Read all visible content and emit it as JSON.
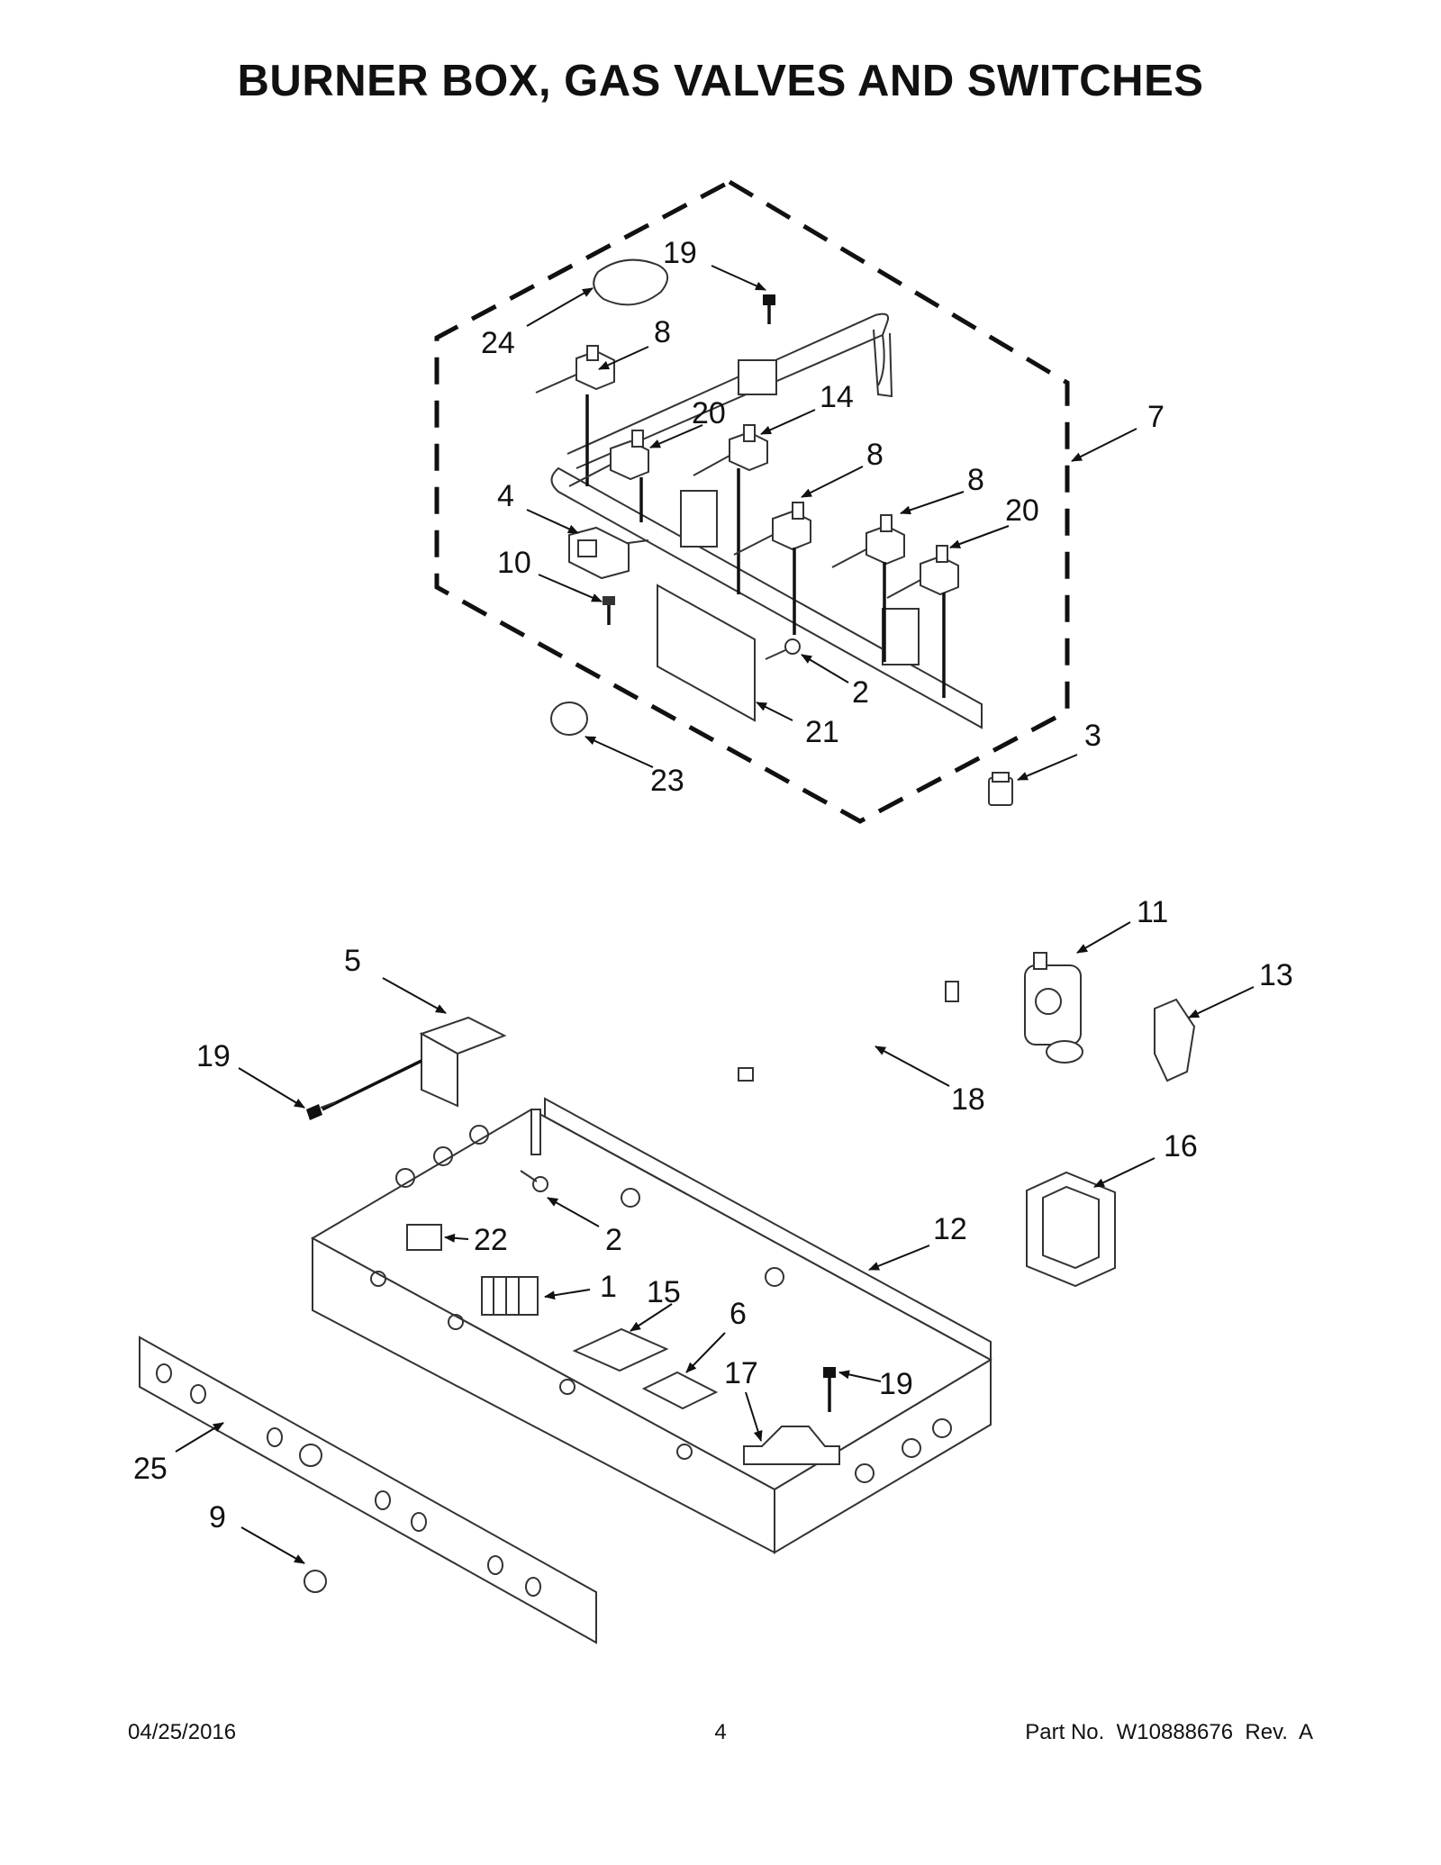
{
  "page": {
    "title": "BURNER BOX, GAS VALVES AND SWITCHES",
    "footer": {
      "date": "04/25/2016",
      "page_number": "4",
      "part_number": "Part No.  W10888676  Rev.  A"
    }
  },
  "diagram": {
    "callouts_upper": [
      {
        "id": "c-19a",
        "label": "19"
      },
      {
        "id": "c-24",
        "label": "24"
      },
      {
        "id": "c-8a",
        "label": "8"
      },
      {
        "id": "c-14",
        "label": "14"
      },
      {
        "id": "c-20a",
        "label": "20"
      },
      {
        "id": "c-7",
        "label": "7"
      },
      {
        "id": "c-8b",
        "label": "8"
      },
      {
        "id": "c-8c",
        "label": "8"
      },
      {
        "id": "c-20b",
        "label": "20"
      },
      {
        "id": "c-4",
        "label": "4"
      },
      {
        "id": "c-10",
        "label": "10"
      },
      {
        "id": "c-2a",
        "label": "2"
      },
      {
        "id": "c-21",
        "label": "21"
      },
      {
        "id": "c-3",
        "label": "3"
      },
      {
        "id": "c-23",
        "label": "23"
      }
    ],
    "callouts_lower": [
      {
        "id": "c-11",
        "label": "11"
      },
      {
        "id": "c-5",
        "label": "5"
      },
      {
        "id": "c-13",
        "label": "13"
      },
      {
        "id": "c-19b",
        "label": "19"
      },
      {
        "id": "c-18",
        "label": "18"
      },
      {
        "id": "c-16",
        "label": "16"
      },
      {
        "id": "c-2b",
        "label": "2"
      },
      {
        "id": "c-22",
        "label": "22"
      },
      {
        "id": "c-12",
        "label": "12"
      },
      {
        "id": "c-1",
        "label": "1"
      },
      {
        "id": "c-15",
        "label": "15"
      },
      {
        "id": "c-6",
        "label": "6"
      },
      {
        "id": "c-17",
        "label": "17"
      },
      {
        "id": "c-19c",
        "label": "19"
      },
      {
        "id": "c-25",
        "label": "25"
      },
      {
        "id": "c-9",
        "label": "9"
      }
    ]
  }
}
